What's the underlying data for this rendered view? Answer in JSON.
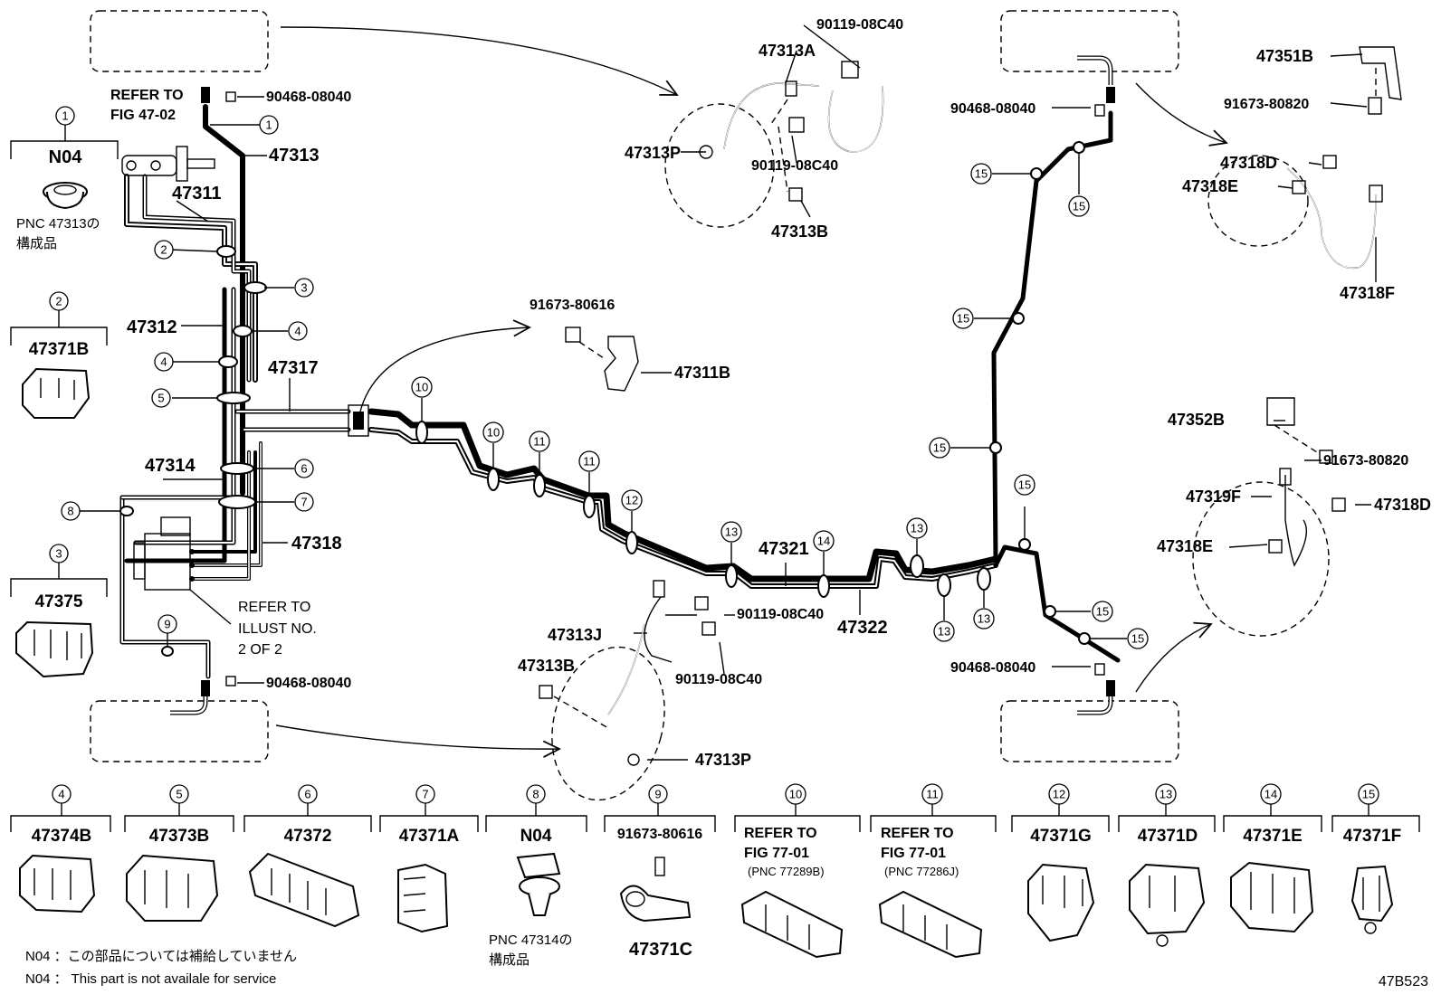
{
  "fig_code": "47B523",
  "notes": {
    "jp": "N04 ：この部品については補給していません",
    "en": "N04 ： This part is not availale for service"
  },
  "labels": {
    "l47313": "47313",
    "l47311": "47311",
    "l47312": "47312",
    "l47317": "47317",
    "l47314": "47314",
    "l47318": "47318",
    "l47321": "47321",
    "l47322": "47322",
    "refer_fig_1": "REFER TO",
    "refer_fig_2": "FIG 47-02",
    "refer_illust_1": "REFER TO",
    "refer_illust_2": "ILLUST NO.",
    "refer_illust_3": "2 OF 2",
    "b90468_tl": "90468-08040",
    "b90468_bl": "90468-08040",
    "b90468_tr": "90468-08040",
    "b90468_br": "90468-08040",
    "p47313A": "47313A",
    "p90119_a": "90119-08C40",
    "p47313P_t": "47313P",
    "p90119_b": "90119-08C40",
    "p47313B_t": "47313B",
    "p91673_80616_m": "91673-80616",
    "p47311B": "47311B",
    "p47313J": "47313J",
    "p90119_c": "90119-08C40",
    "p90119_d": "90119-08C40",
    "p47313B_b": "47313B",
    "p47313P_b": "47313P",
    "p47351B": "47351B",
    "p91673_80820_a": "91673-80820",
    "p47318D_a": "47318D",
    "p47318E_a": "47318E",
    "p47318F": "47318F",
    "p47352B": "47352B",
    "p91673_80820_b": "91673-80820",
    "p47319F": "47319F",
    "p47318D_b": "47318D",
    "p47318E_b": "47318E"
  },
  "callouts": [
    {
      "n": "1"
    },
    {
      "n": "2"
    },
    {
      "n": "3"
    },
    {
      "n": "4"
    },
    {
      "n": "4"
    },
    {
      "n": "5"
    },
    {
      "n": "6"
    },
    {
      "n": "7"
    },
    {
      "n": "8"
    },
    {
      "n": "9"
    },
    {
      "n": "10"
    },
    {
      "n": "10"
    },
    {
      "n": "11"
    },
    {
      "n": "11"
    },
    {
      "n": "12"
    },
    {
      "n": "13"
    },
    {
      "n": "14"
    },
    {
      "n": "13"
    },
    {
      "n": "13"
    },
    {
      "n": "13"
    },
    {
      "n": "15"
    },
    {
      "n": "15"
    },
    {
      "n": "15"
    },
    {
      "n": "15"
    },
    {
      "n": "15"
    },
    {
      "n": "15"
    },
    {
      "n": "15"
    }
  ],
  "legend_left": [
    {
      "n": "1",
      "code": "N04",
      "note1": "PNC 47313の",
      "note2": "構成品"
    },
    {
      "n": "2",
      "code": "47371B"
    },
    {
      "n": "3",
      "code": "47375"
    }
  ],
  "legend_bottom": [
    {
      "n": "4",
      "code": "47374B"
    },
    {
      "n": "5",
      "code": "47373B"
    },
    {
      "n": "6",
      "code": "47372"
    },
    {
      "n": "7",
      "code": "47371A"
    },
    {
      "n": "8",
      "code": "N04",
      "note1": "PNC 47314の",
      "note2": "構成品"
    },
    {
      "n": "9",
      "code": "91673-80616",
      "code2": "47371C"
    },
    {
      "n": "10",
      "code": "REFER TO",
      "code2": "FIG 77-01",
      "code3": "(PNC 77289B)"
    },
    {
      "n": "11",
      "code": "REFER TO",
      "code2": "FIG 77-01",
      "code3": "(PNC 77286J)"
    },
    {
      "n": "12",
      "code": "47371G"
    },
    {
      "n": "13",
      "code": "47371D"
    },
    {
      "n": "14",
      "code": "47371E"
    },
    {
      "n": "15",
      "code": "47371F"
    }
  ]
}
